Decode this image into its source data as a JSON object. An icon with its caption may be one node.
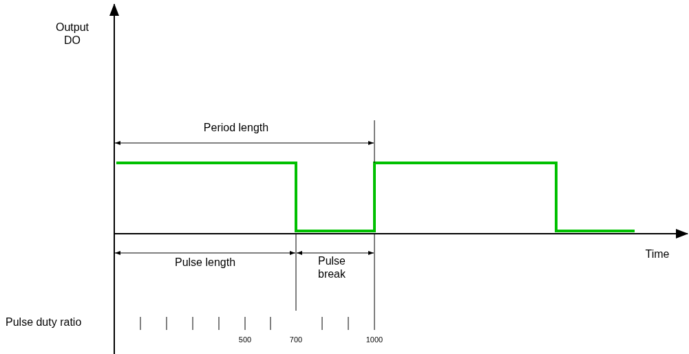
{
  "diagram": {
    "labels": [
      "Output DO",
      "Period length",
      "Time",
      "Pulse length",
      "Pulse break",
      "Pulse duty ratio",
      "500",
      "700",
      "1000"
    ]
  }
}
